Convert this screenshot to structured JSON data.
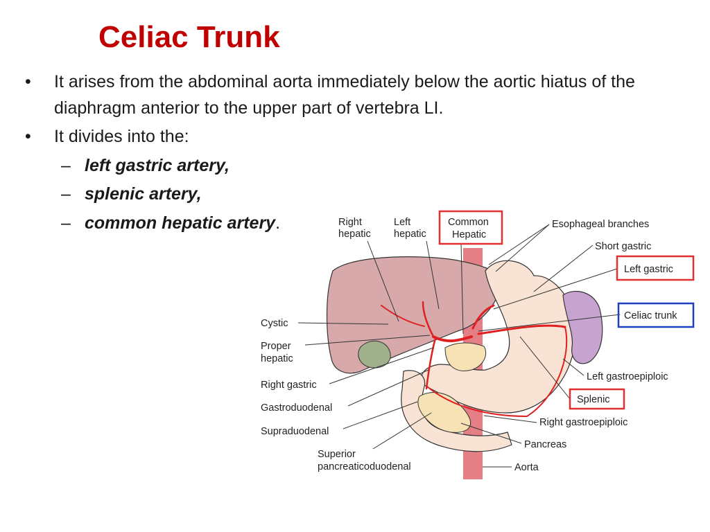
{
  "slide": {
    "title": "Celiac Trunk",
    "bullets": [
      "It arises from the abdominal aorta immediately below the aortic hiatus of the diaphragm anterior to the upper part of vertebra LI.",
      "It divides into the:"
    ],
    "sub_items": [
      {
        "text": "left gastric artery,",
        "tail": ""
      },
      {
        "text": "splenic artery,",
        "tail": ""
      },
      {
        "text": "common hepatic artery",
        "tail": "."
      }
    ],
    "bullet_char": "•",
    "dash_char": "–"
  },
  "diagram": {
    "labels": {
      "right_hepatic_1": "Right",
      "right_hepatic_2": "hepatic",
      "left_hepatic_1": "Left",
      "left_hepatic_2": "hepatic",
      "common_hepatic_1": "Common",
      "common_hepatic_2": "Hepatic",
      "esophageal": "Esophageal branches",
      "short_gastric": "Short gastric",
      "left_gastric": "Left gastric",
      "celiac_trunk": "Celiac trunk",
      "cystic": "Cystic",
      "proper_hepatic_1": "Proper",
      "proper_hepatic_2": "hepatic",
      "right_gastric": "Right gastric",
      "gastroduodenal": "Gastroduodenal",
      "supraduodenal": "Supraduodenal",
      "superior_pd_1": "Superior",
      "superior_pd_2": "pancreaticoduodenal",
      "left_gastroepiploic": "Left gastroepiploic",
      "splenic": "Splenic",
      "right_gastroepiploic": "Right gastroepiploic",
      "pancreas": "Pancreas",
      "aorta": "Aorta"
    },
    "colors": {
      "red_box": "#e03030",
      "blue_box": "#1f3fbf",
      "artery": "#e02020",
      "liver": "#d7a9ab",
      "stomach": "#f8e3d4",
      "spleen": "#c7a3cf",
      "pancreas": "#f6e2b4",
      "gallbladder": "#9fb08a",
      "aorta": "#e47f86"
    }
  }
}
